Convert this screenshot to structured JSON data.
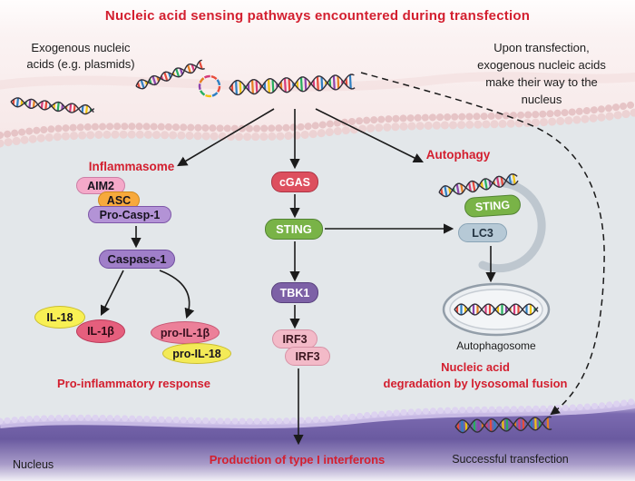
{
  "title": "Nucleic acid sensing pathways encountered during transfection",
  "labels": {
    "exogenous": "Exogenous nucleic\nacids (e.g. plasmids)",
    "upon": "Upon transfection,\nexogenous nucleic acids\nmake their way to the\nnucleus",
    "inflammasome": "Inflammasome",
    "autophagy": "Autophagy",
    "pro_inflammatory": "Pro-inflammatory response",
    "type1_ifn": "Production of type I interferons",
    "lysosomal": "Nucleic acid\ndegradation by lysosomal fusion",
    "autophagosome": "Autophagosome",
    "nucleus": "Nucleus",
    "successful": "Successful transfection"
  },
  "nodes": {
    "aim2": "AIM2",
    "asc": "ASC",
    "pro_casp1": "Pro-Casp-1",
    "caspase1": "Caspase-1",
    "il18": "IL-18",
    "il1b": "IL-1β",
    "pro_il1b": "pro-IL-1β",
    "pro_il18": "pro-IL-18",
    "cgas": "cGAS",
    "sting": "STING",
    "tbk1": "TBK1",
    "irf3": "IRF3",
    "sting_autophagy": "STING",
    "lc3": "LC3"
  },
  "colors": {
    "title_red": "#d31f2f",
    "extracellular_pink": "#f6e7e7",
    "cell_gray": "#e3e7ea",
    "nucleus_purple": "#6a5aa0",
    "aim2": "#f4a9c9",
    "asc": "#f7a93c",
    "pro_casp1": "#b393d6",
    "caspase1": "#a07fc9",
    "il18": "#f8f054",
    "il1b": "#e55f7d",
    "pro_il1b": "#ec8099",
    "pro_il18": "#f3ea57",
    "cgas": "#dd4f5e",
    "sting": "#79b347",
    "tbk1": "#7d61a6",
    "irf3": "#f3bac8",
    "lc3": "#b6c9d6"
  }
}
